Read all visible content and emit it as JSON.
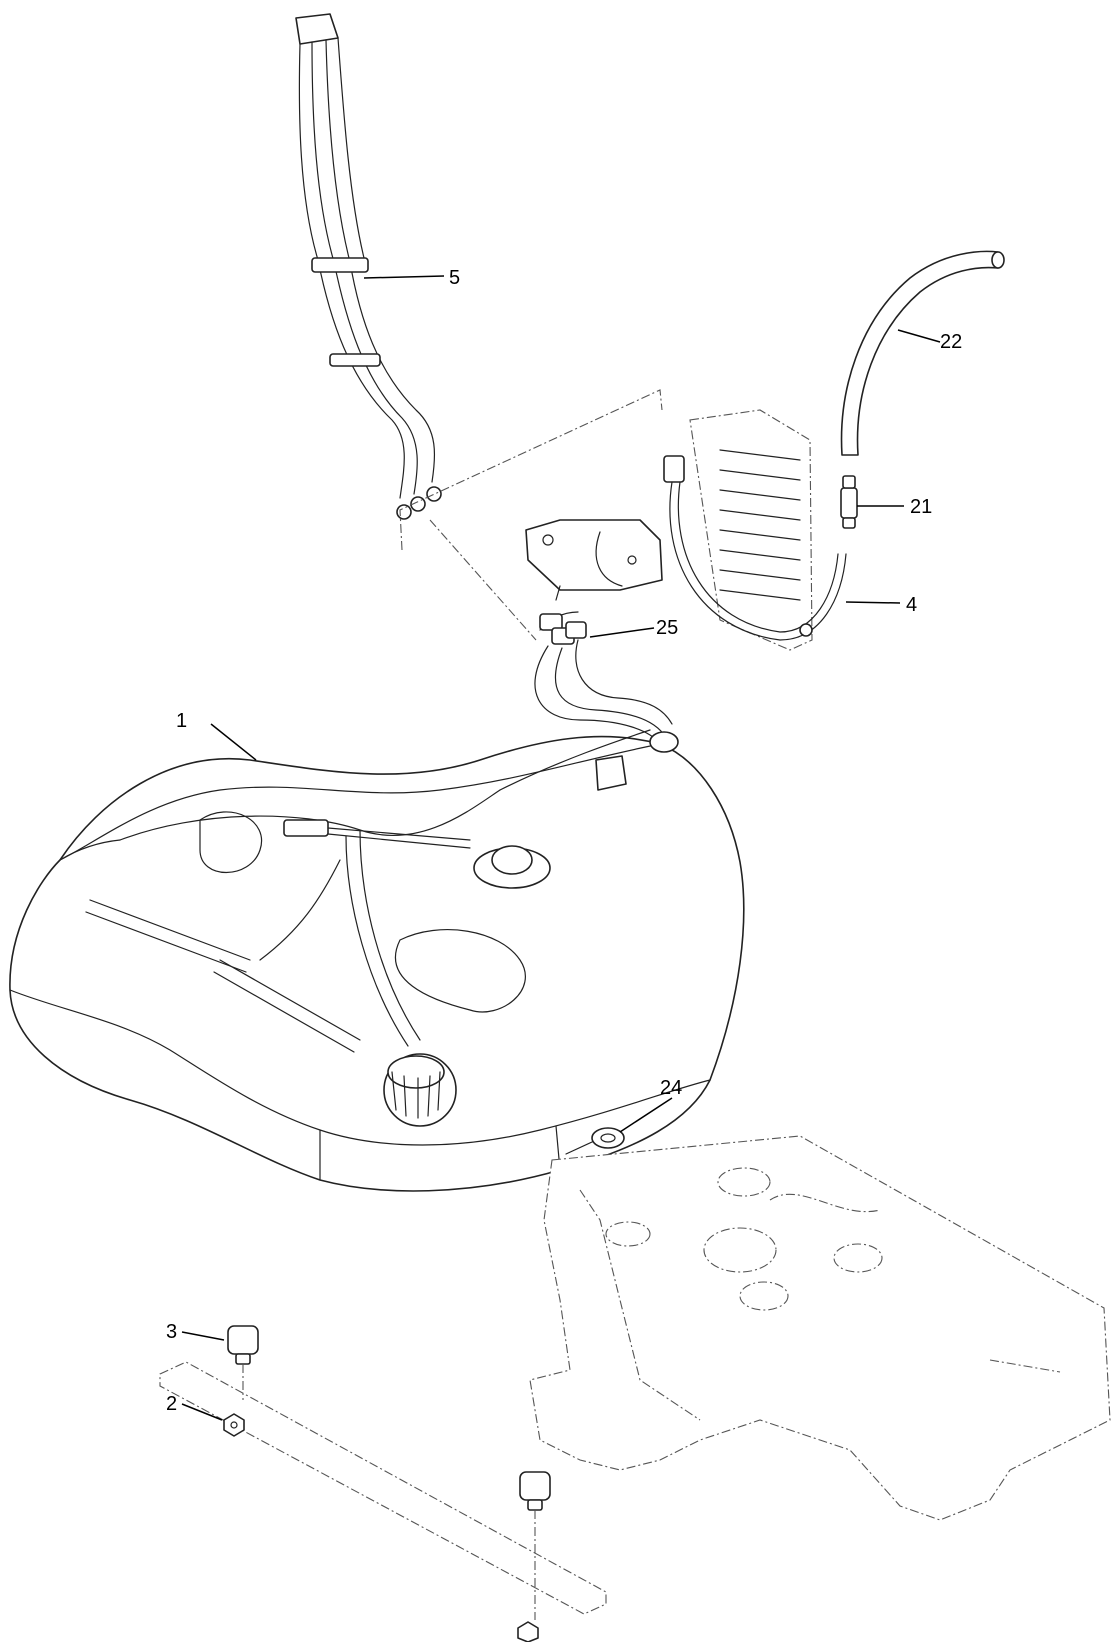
{
  "callouts": [
    {
      "id": "c5",
      "label": "5"
    },
    {
      "id": "c22",
      "label": "22"
    },
    {
      "id": "c21",
      "label": "21"
    },
    {
      "id": "c4",
      "label": "4"
    },
    {
      "id": "c25",
      "label": "25"
    },
    {
      "id": "c1",
      "label": "1"
    },
    {
      "id": "c24",
      "label": "24"
    },
    {
      "id": "c3",
      "label": "3"
    },
    {
      "id": "c2",
      "label": "2"
    }
  ],
  "colors": {
    "line": "#222222",
    "ghost": "#555555",
    "background": "#ffffff"
  }
}
